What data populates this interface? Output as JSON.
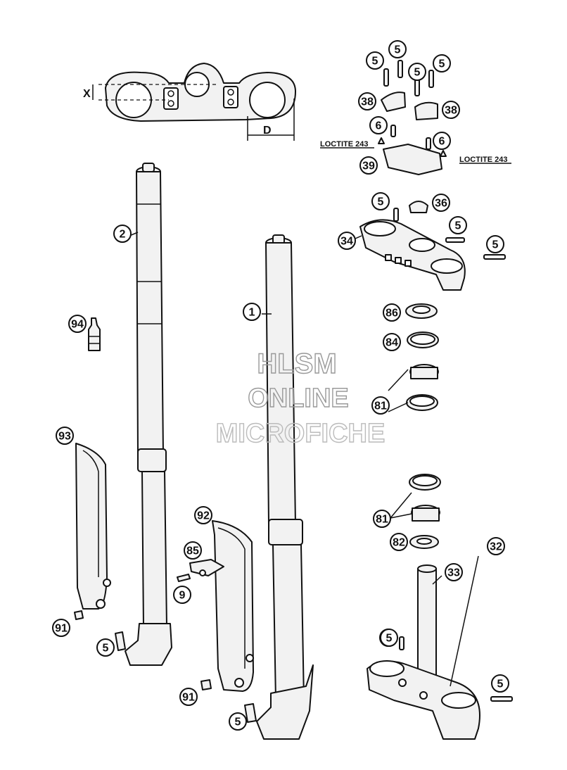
{
  "diagram": {
    "dimension_labels": {
      "x": "X",
      "d": "D"
    },
    "loctite_left": "LOCTITE 243",
    "loctite_right": "LOCTITE 243",
    "watermark": {
      "line1": "HLSM",
      "line2": "ONLINE",
      "line3": "MICROFICHE"
    },
    "callouts": [
      "5",
      "5",
      "5",
      "5",
      "5",
      "38",
      "38",
      "6",
      "6",
      "39",
      "5",
      "36",
      "5",
      "5",
      "34",
      "2",
      "1",
      "94",
      "86",
      "84",
      "81",
      "93",
      "81",
      "82",
      "92",
      "85",
      "9",
      "32",
      "33",
      "91",
      "5",
      "5",
      "91",
      "5",
      "5"
    ]
  }
}
